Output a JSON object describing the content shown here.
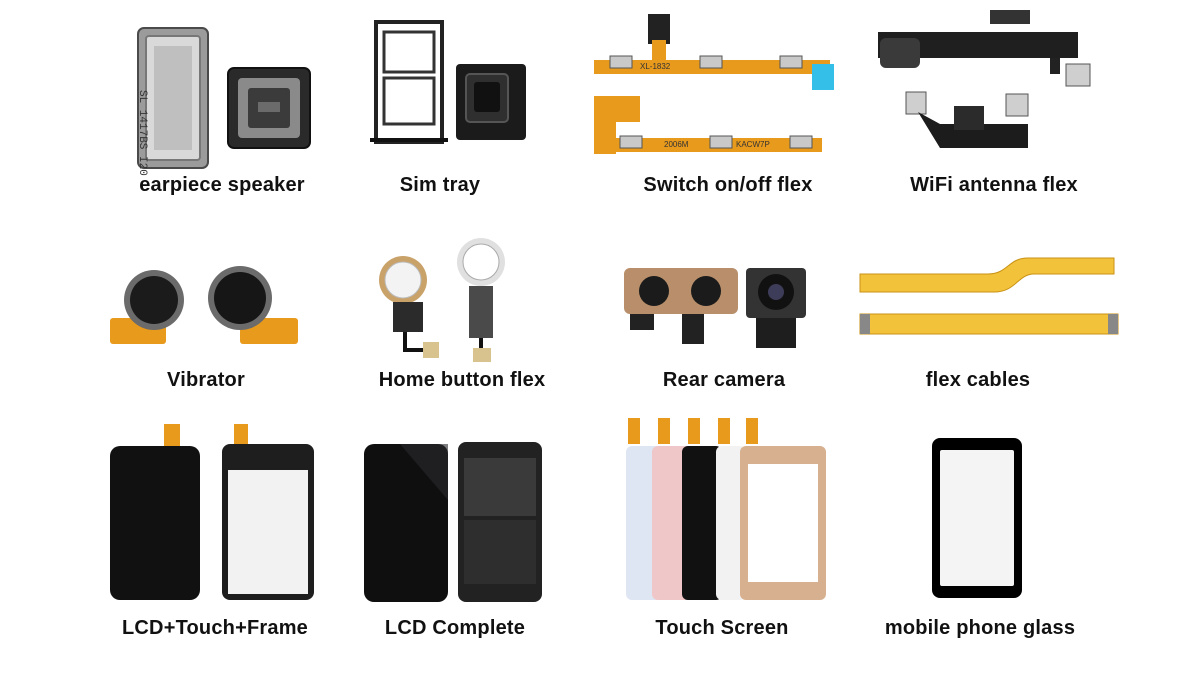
{
  "items": [
    {
      "label": "earpiece speaker"
    },
    {
      "label": "Sim tray"
    },
    {
      "label": "Switch on/off flex"
    },
    {
      "label": "WiFi antenna flex"
    },
    {
      "label": "Vibrator"
    },
    {
      "label": "Home button flex"
    },
    {
      "label": "Rear camera"
    },
    {
      "label": "flex cables"
    },
    {
      "label": "LCD+Touch+Frame"
    },
    {
      "label": "LCD Complete"
    },
    {
      "label": "Touch Screen"
    },
    {
      "label": "mobile phone glass"
    }
  ],
  "product_markings": {
    "earpiece_code": "SL 1417BS I20",
    "switch_flex_codes": [
      "XL-1832",
      "2006M",
      "KACW7P"
    ]
  },
  "colors": {
    "flex_orange": "#e89a1c",
    "flex_yellow": "#f2c23a",
    "screen_black": "#0f0f10",
    "touch_pink": "#f0c7c8",
    "touch_gold": "#d7b08f",
    "touch_blue": "#dfe6f3"
  }
}
